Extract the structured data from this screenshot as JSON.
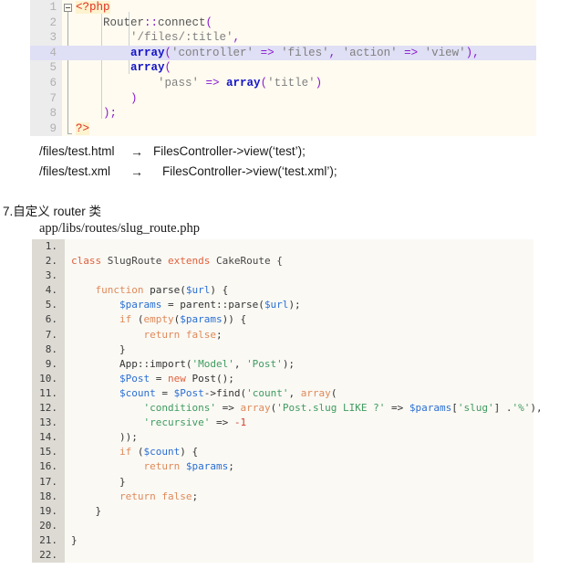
{
  "code_block_1": {
    "language": "php",
    "highlighted_line": 4,
    "lines": [
      {
        "num": "1",
        "tokens": [
          {
            "t": "<?php",
            "c": "t-php"
          }
        ]
      },
      {
        "num": "2",
        "tokens": [
          {
            "t": "    Router",
            "c": "t-plain"
          },
          {
            "t": "::",
            "c": "t-op"
          },
          {
            "t": "connect",
            "c": "t-plain"
          },
          {
            "t": "(",
            "c": "t-paren"
          }
        ]
      },
      {
        "num": "3",
        "tokens": [
          {
            "t": "        '/files/:title'",
            "c": "t-str"
          },
          {
            "t": ",",
            "c": "t-op"
          }
        ]
      },
      {
        "num": "4",
        "tokens": [
          {
            "t": "        array",
            "c": "t-kw"
          },
          {
            "t": "(",
            "c": "t-paren"
          },
          {
            "t": "'controller' ",
            "c": "t-str"
          },
          {
            "t": "=>",
            "c": "t-op"
          },
          {
            "t": " 'files'",
            "c": "t-str"
          },
          {
            "t": ",",
            "c": "t-op"
          },
          {
            "t": " 'action' ",
            "c": "t-str"
          },
          {
            "t": "=>",
            "c": "t-op"
          },
          {
            "t": " 'view'",
            "c": "t-str"
          },
          {
            "t": "),",
            "c": "t-op"
          }
        ]
      },
      {
        "num": "5",
        "tokens": [
          {
            "t": "        array",
            "c": "t-kw"
          },
          {
            "t": "(",
            "c": "t-paren"
          }
        ]
      },
      {
        "num": "6",
        "tokens": [
          {
            "t": "            'pass' ",
            "c": "t-str"
          },
          {
            "t": "=>",
            "c": "t-op"
          },
          {
            "t": " array",
            "c": "t-kw"
          },
          {
            "t": "(",
            "c": "t-paren"
          },
          {
            "t": "'title'",
            "c": "t-str"
          },
          {
            "t": ")",
            "c": "t-paren"
          }
        ]
      },
      {
        "num": "7",
        "tokens": [
          {
            "t": "        )",
            "c": "t-paren"
          }
        ]
      },
      {
        "num": "8",
        "tokens": [
          {
            "t": "    );",
            "c": "t-op"
          }
        ]
      },
      {
        "num": "9",
        "tokens": [
          {
            "t": "?>",
            "c": "t-php"
          }
        ]
      }
    ]
  },
  "route_map": [
    {
      "path": "/files/test.html",
      "arrow": "→",
      "result": "FilesController->view(‘test’);",
      "indented": false
    },
    {
      "path": "/files/test.xml",
      "arrow": "→",
      "result": "FilesController->view(‘test.xml’);",
      "indented": true
    }
  ],
  "section": {
    "heading": "7.自定义 router 类",
    "file_path": "app/libs/routes/slug_route.php"
  },
  "code_block_2": {
    "language": "php",
    "lines": [
      {
        "num": "1.",
        "tokens": []
      },
      {
        "num": "2.",
        "tokens": [
          {
            "t": "class ",
            "c": "s-kw2"
          },
          {
            "t": "SlugRoute ",
            "c": "s-cls"
          },
          {
            "t": "extends ",
            "c": "s-kw2"
          },
          {
            "t": "CakeRoute {",
            "c": "s-cls"
          }
        ]
      },
      {
        "num": "3.",
        "tokens": []
      },
      {
        "num": "4.",
        "tokens": [
          {
            "t": "    function ",
            "c": "s-kw"
          },
          {
            "t": "parse",
            "c": "s-txt"
          },
          {
            "t": "(",
            "c": "s-txt"
          },
          {
            "t": "$url",
            "c": "s-var"
          },
          {
            "t": ") {",
            "c": "s-txt"
          }
        ]
      },
      {
        "num": "5.",
        "tokens": [
          {
            "t": "        $params",
            "c": "s-var"
          },
          {
            "t": " = parent::parse(",
            "c": "s-txt"
          },
          {
            "t": "$url",
            "c": "s-var"
          },
          {
            "t": ");",
            "c": "s-txt"
          }
        ]
      },
      {
        "num": "6.",
        "tokens": [
          {
            "t": "        if ",
            "c": "s-kw"
          },
          {
            "t": "(",
            "c": "s-txt"
          },
          {
            "t": "empty",
            "c": "s-kw"
          },
          {
            "t": "(",
            "c": "s-txt"
          },
          {
            "t": "$params",
            "c": "s-var"
          },
          {
            "t": ")) {",
            "c": "s-txt"
          }
        ]
      },
      {
        "num": "7.",
        "tokens": [
          {
            "t": "            return false",
            "c": "s-kw"
          },
          {
            "t": ";",
            "c": "s-txt"
          }
        ]
      },
      {
        "num": "8.",
        "tokens": [
          {
            "t": "        }",
            "c": "s-txt"
          }
        ]
      },
      {
        "num": "9.",
        "tokens": [
          {
            "t": "        App::import(",
            "c": "s-txt"
          },
          {
            "t": "'Model'",
            "c": "s-str"
          },
          {
            "t": ", ",
            "c": "s-txt"
          },
          {
            "t": "'Post'",
            "c": "s-str"
          },
          {
            "t": ");",
            "c": "s-txt"
          }
        ]
      },
      {
        "num": "10.",
        "tokens": [
          {
            "t": "        $Post",
            "c": "s-var"
          },
          {
            "t": " = ",
            "c": "s-txt"
          },
          {
            "t": "new ",
            "c": "s-kw2"
          },
          {
            "t": "Post();",
            "c": "s-txt"
          }
        ]
      },
      {
        "num": "11.",
        "tokens": [
          {
            "t": "        $count",
            "c": "s-var"
          },
          {
            "t": " = ",
            "c": "s-txt"
          },
          {
            "t": "$Post",
            "c": "s-var"
          },
          {
            "t": "->find(",
            "c": "s-txt"
          },
          {
            "t": "'count'",
            "c": "s-str"
          },
          {
            "t": ", ",
            "c": "s-txt"
          },
          {
            "t": "array",
            "c": "s-kw"
          },
          {
            "t": "(",
            "c": "s-txt"
          }
        ]
      },
      {
        "num": "12.",
        "tokens": [
          {
            "t": "            'conditions' ",
            "c": "s-str"
          },
          {
            "t": "=> ",
            "c": "s-txt"
          },
          {
            "t": "array",
            "c": "s-kw"
          },
          {
            "t": "(",
            "c": "s-txt"
          },
          {
            "t": "'Post.slug LIKE ?' ",
            "c": "s-str"
          },
          {
            "t": "=> ",
            "c": "s-txt"
          },
          {
            "t": "$params",
            "c": "s-var"
          },
          {
            "t": "[",
            "c": "s-txt"
          },
          {
            "t": "'slug'",
            "c": "s-str"
          },
          {
            "t": "] .",
            "c": "s-txt"
          },
          {
            "t": "'%'",
            "c": "s-str"
          },
          {
            "t": "),",
            "c": "s-txt"
          }
        ]
      },
      {
        "num": "13.",
        "tokens": [
          {
            "t": "            'recursive' ",
            "c": "s-str"
          },
          {
            "t": "=> ",
            "c": "s-txt"
          },
          {
            "t": "-1",
            "c": "s-num"
          }
        ]
      },
      {
        "num": "14.",
        "tokens": [
          {
            "t": "        ));",
            "c": "s-txt"
          }
        ]
      },
      {
        "num": "15.",
        "tokens": [
          {
            "t": "        if ",
            "c": "s-kw"
          },
          {
            "t": "(",
            "c": "s-txt"
          },
          {
            "t": "$count",
            "c": "s-var"
          },
          {
            "t": ") {",
            "c": "s-txt"
          }
        ]
      },
      {
        "num": "16.",
        "tokens": [
          {
            "t": "            return ",
            "c": "s-kw"
          },
          {
            "t": "$params",
            "c": "s-var"
          },
          {
            "t": ";",
            "c": "s-txt"
          }
        ]
      },
      {
        "num": "17.",
        "tokens": [
          {
            "t": "        }",
            "c": "s-txt"
          }
        ]
      },
      {
        "num": "18.",
        "tokens": [
          {
            "t": "        return false",
            "c": "s-kw"
          },
          {
            "t": ";",
            "c": "s-txt"
          }
        ]
      },
      {
        "num": "19.",
        "tokens": [
          {
            "t": "    }",
            "c": "s-txt"
          }
        ]
      },
      {
        "num": "20.",
        "tokens": []
      },
      {
        "num": "21.",
        "tokens": [
          {
            "t": "}",
            "c": "s-txt"
          }
        ]
      },
      {
        "num": "22.",
        "tokens": []
      }
    ]
  },
  "colors": {
    "block1_bg": "#fffbf0",
    "block1_gutter": "#ececec",
    "block1_highlight": "#dfdff5",
    "block2_bg": "#faf9f4",
    "block2_gutter": "#dcdad3",
    "php_tag": "#e03020",
    "keyword_blue": "#1414c8",
    "operator_purple": "#8a1ad0",
    "string_green": "#3f9b5f",
    "variable_blue": "#2b6fd4",
    "keyword_orange": "#e08a5a"
  }
}
